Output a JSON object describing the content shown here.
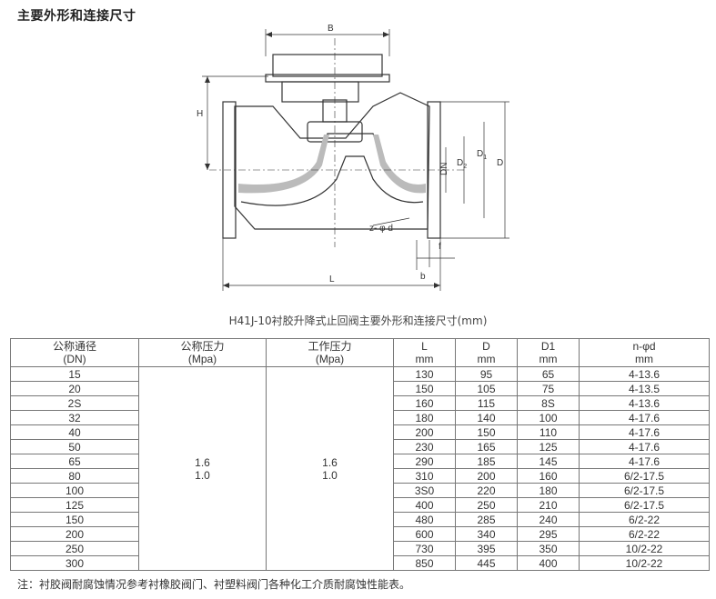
{
  "heading": "主要外形和连接尺寸",
  "drawing": {
    "labels": {
      "B": "B",
      "H": "H",
      "L": "L",
      "DN": "DN",
      "D2": "D",
      "D2_sub": "2",
      "D1": "D",
      "D1_sub": "1",
      "D": "D",
      "zphid": "z- φ d",
      "f": "f",
      "b": "b"
    }
  },
  "caption": "H41J-10衬胶升降式止回阀主要外形和连接尺寸(mm)",
  "table": {
    "headers": [
      {
        "line1": "公称通径",
        "line2": "(DN)"
      },
      {
        "line1": "公称压力",
        "line2": "(Mpa)"
      },
      {
        "line1": "工作压力",
        "line2": "(Mpa)"
      },
      {
        "line1": "L",
        "line2": "mm"
      },
      {
        "line1": "D",
        "line2": "mm"
      },
      {
        "line1": "D1",
        "line2": "mm"
      },
      {
        "line1": "n-φd",
        "line2": "mm"
      }
    ],
    "nominal_pressure": {
      "line1": "1.6",
      "line2": "1.0"
    },
    "working_pressure": {
      "line1": "1.6",
      "line2": "1.0"
    },
    "rows": [
      {
        "dn": "15",
        "l": "130",
        "d": "95",
        "d1": "65",
        "nd": "4-13.6"
      },
      {
        "dn": "20",
        "l": "150",
        "d": "105",
        "d1": "75",
        "nd": "4-13.5"
      },
      {
        "dn": "2S",
        "l": "160",
        "d": "115",
        "d1": "8S",
        "nd": "4-13.6"
      },
      {
        "dn": "32",
        "l": "180",
        "d": "140",
        "d1": "100",
        "nd": "4-17.6"
      },
      {
        "dn": "40",
        "l": "200",
        "d": "150",
        "d1": "110",
        "nd": "4-17.6"
      },
      {
        "dn": "50",
        "l": "230",
        "d": "165",
        "d1": "125",
        "nd": "4-17.6"
      },
      {
        "dn": "65",
        "l": "290",
        "d": "185",
        "d1": "145",
        "nd": "4-17.6"
      },
      {
        "dn": "80",
        "l": "310",
        "d": "200",
        "d1": "160",
        "nd": "6/2-17.5"
      },
      {
        "dn": "100",
        "l": "3S0",
        "d": "220",
        "d1": "180",
        "nd": "6/2-17.5"
      },
      {
        "dn": "125",
        "l": "400",
        "d": "250",
        "d1": "210",
        "nd": "6/2-17.5"
      },
      {
        "dn": "150",
        "l": "480",
        "d": "285",
        "d1": "240",
        "nd": "6/2-22"
      },
      {
        "dn": "200",
        "l": "600",
        "d": "340",
        "d1": "295",
        "nd": "6/2-22"
      },
      {
        "dn": "250",
        "l": "730",
        "d": "395",
        "d1": "350",
        "nd": "10/2-22"
      },
      {
        "dn": "300",
        "l": "850",
        "d": "445",
        "d1": "400",
        "nd": "10/2-22"
      }
    ]
  },
  "note": "注：衬胶阀耐腐蚀情况参考衬橡胶阀门、衬塑料阀门各种化工介质耐腐蚀性能表。"
}
